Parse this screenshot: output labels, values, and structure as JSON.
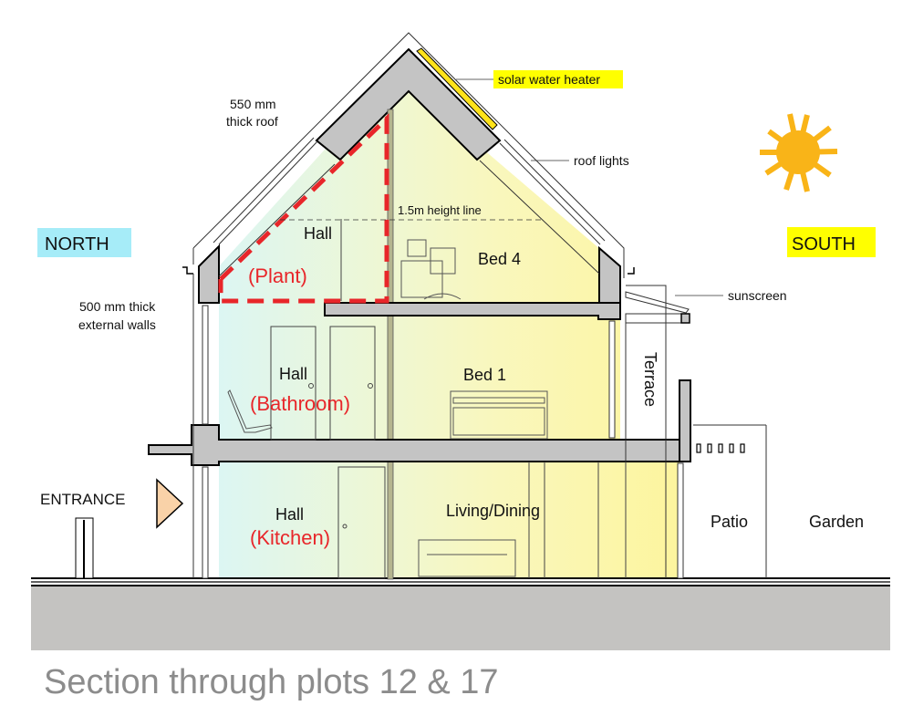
{
  "diagram": {
    "title": "Section through plots 12 & 17",
    "orientation": {
      "north": {
        "label": "NORTH",
        "bg": "#a6ecf8"
      },
      "south": {
        "label": "SOUTH",
        "bg": "#ffff00"
      }
    },
    "annotations": {
      "roof": "550 mm\nthick roof",
      "roof_line1": "550 mm",
      "roof_line2": "thick roof",
      "walls_line1": "500 mm thick",
      "walls_line2": "external walls",
      "solar": "solar water heater",
      "solar_bg": "#ffff00",
      "roof_lights": "roof lights",
      "height_line": "1.5m height line",
      "sunscreen": "sunscreen",
      "entrance": "ENTRANCE"
    },
    "rooms": {
      "attic_hall": "Hall",
      "attic_plant": "(Plant)",
      "bed4": "Bed 4",
      "first_hall": "Hall",
      "first_bathroom": "(Bathroom)",
      "bed1": "Bed 1",
      "ground_hall": "Hall",
      "ground_kitchen": "(Kitchen)",
      "living": "Living/Dining",
      "terrace": "Terrace",
      "patio": "Patio",
      "garden": "Garden"
    },
    "colors": {
      "wall_fill": "#c4c4c4",
      "proposed_red": "#e8262a",
      "north_tint": "#e2f7f0",
      "south_tint": "#fcf6a8",
      "sun": "#f9b418",
      "entrance_arrow": "#f9d2a8",
      "ground": "#c4c3c1",
      "title_gray": "#8c8c8c"
    }
  }
}
